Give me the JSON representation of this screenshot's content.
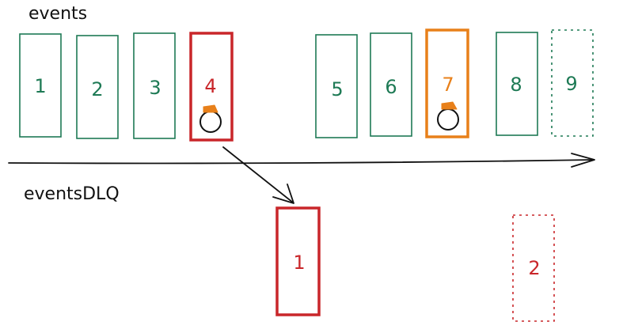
{
  "colors": {
    "normal": "#1e7a55",
    "failed": "#c9262a",
    "processing": "#e8801a",
    "pending": "#1e7a55",
    "dlq_pending": "#c9262a",
    "ink": "#111111"
  },
  "events": {
    "title": "events",
    "items": [
      {
        "label": "1",
        "status": "normal"
      },
      {
        "label": "2",
        "status": "normal"
      },
      {
        "label": "3",
        "status": "normal"
      },
      {
        "label": "4",
        "status": "failed",
        "consumer": true
      },
      {
        "label": "5",
        "status": "normal"
      },
      {
        "label": "6",
        "status": "normal"
      },
      {
        "label": "7",
        "status": "processing",
        "consumer": true
      },
      {
        "label": "8",
        "status": "normal"
      },
      {
        "label": "9",
        "status": "pending"
      }
    ]
  },
  "dlq": {
    "title": "eventsDLQ",
    "items": [
      {
        "label": "1",
        "status": "failed"
      },
      {
        "label": "2",
        "status": "dlq_pending"
      }
    ]
  }
}
